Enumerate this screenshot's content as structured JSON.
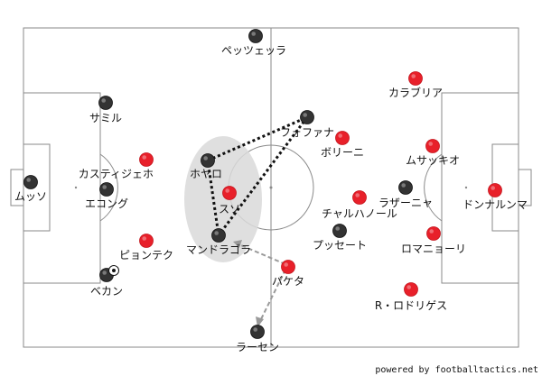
{
  "colors": {
    "pitch_line": "#8a8a8a",
    "team_dark": "#333333",
    "team_red": "#e8202a",
    "zone": "#d9d9d9",
    "link": "#111111",
    "move_arrow": "#9a9a9a"
  },
  "credit": "powered by footballtactics.net",
  "players": [
    {
      "id": "pezzella",
      "name": "ペッツェッラ",
      "team": "dark"
    },
    {
      "id": "samir",
      "name": "サミル",
      "team": "dark"
    },
    {
      "id": "fofana",
      "name": "フォファナ",
      "team": "dark"
    },
    {
      "id": "musso",
      "name": "ムッソ",
      "team": "dark"
    },
    {
      "id": "ekong",
      "name": "エコング",
      "team": "dark"
    },
    {
      "id": "hoyaro",
      "name": "ホヤロ",
      "team": "dark"
    },
    {
      "id": "mandragora",
      "name": "マンドラゴラ",
      "team": "dark"
    },
    {
      "id": "bekan",
      "name": "ベカン",
      "team": "dark",
      "ball": true
    },
    {
      "id": "lasagna",
      "name": "ラザーニャ",
      "team": "dark"
    },
    {
      "id": "pussetto",
      "name": "プッセート",
      "team": "dark"
    },
    {
      "id": "larsen",
      "name": "ラーセン",
      "team": "dark"
    },
    {
      "id": "calabria",
      "name": "カラブリア",
      "team": "red"
    },
    {
      "id": "borini",
      "name": "ボリーニ",
      "team": "red"
    },
    {
      "id": "musacchio",
      "name": "ムサッキオ",
      "team": "red"
    },
    {
      "id": "castillejo",
      "name": "カスティジェホ",
      "team": "red"
    },
    {
      "id": "suso",
      "name": "スソ",
      "team": "red"
    },
    {
      "id": "chalhanoglu",
      "name": "チャルハノール",
      "team": "red"
    },
    {
      "id": "donnarumma",
      "name": "ドンナルンマ",
      "team": "red"
    },
    {
      "id": "piatek",
      "name": "ピョンテク",
      "team": "red"
    },
    {
      "id": "romagnoli",
      "name": "ロマニョーリ",
      "team": "red"
    },
    {
      "id": "bakayoko",
      "name": "バケタ",
      "team": "red"
    },
    {
      "id": "rodriguez",
      "name": "R・ロドリゲス",
      "team": "red"
    }
  ]
}
